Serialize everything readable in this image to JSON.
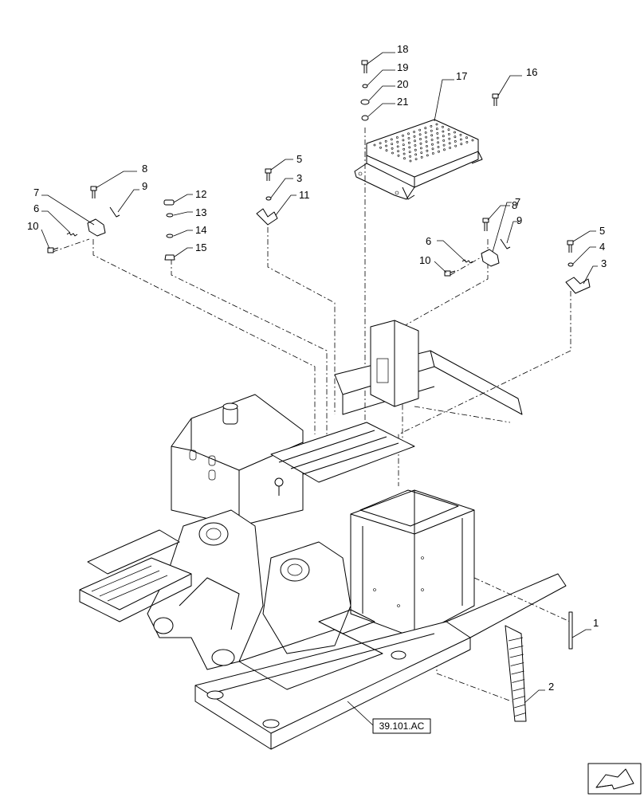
{
  "callouts": [
    {
      "id": "c1",
      "text": "1"
    },
    {
      "id": "c2",
      "text": "2"
    },
    {
      "id": "c3a",
      "text": "3"
    },
    {
      "id": "c3b",
      "text": "3"
    },
    {
      "id": "c4",
      "text": "4"
    },
    {
      "id": "c5a",
      "text": "5"
    },
    {
      "id": "c5b",
      "text": "5"
    },
    {
      "id": "c6a",
      "text": "6"
    },
    {
      "id": "c6b",
      "text": "6"
    },
    {
      "id": "c7a",
      "text": "7"
    },
    {
      "id": "c7b",
      "text": "7"
    },
    {
      "id": "c8a",
      "text": "8"
    },
    {
      "id": "c8b",
      "text": "8"
    },
    {
      "id": "c9a",
      "text": "9"
    },
    {
      "id": "c9b",
      "text": "9"
    },
    {
      "id": "c10a",
      "text": "10"
    },
    {
      "id": "c10b",
      "text": "10"
    },
    {
      "id": "c11",
      "text": "11"
    },
    {
      "id": "c12",
      "text": "12"
    },
    {
      "id": "c13",
      "text": "13"
    },
    {
      "id": "c14",
      "text": "14"
    },
    {
      "id": "c15",
      "text": "15"
    },
    {
      "id": "c16",
      "text": "16"
    },
    {
      "id": "c17",
      "text": "17"
    },
    {
      "id": "c18",
      "text": "18"
    },
    {
      "id": "c19",
      "text": "19"
    },
    {
      "id": "c20",
      "text": "20"
    },
    {
      "id": "c21",
      "text": "21"
    }
  ],
  "reference": {
    "text": "39.101.AC"
  },
  "nav_icon": "next-page-arrow-icon"
}
